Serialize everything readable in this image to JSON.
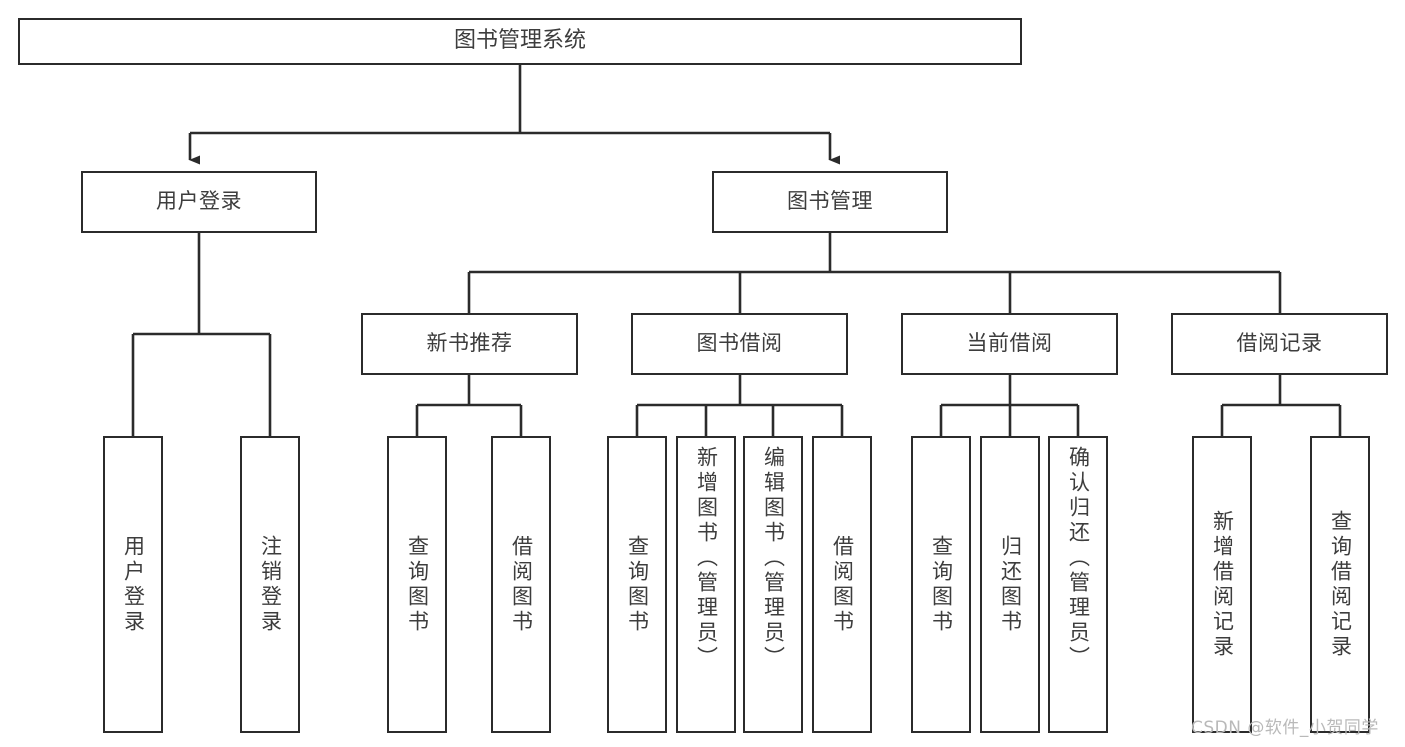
{
  "diagram": {
    "title": "图书管理系统",
    "root": {
      "label": "图书管理系统"
    },
    "level2": [
      {
        "label": "用户登录"
      },
      {
        "label": "图书管理"
      }
    ],
    "level3": [
      {
        "label": "新书推荐"
      },
      {
        "label": "图书借阅"
      },
      {
        "label": "当前借阅"
      },
      {
        "label": "借阅记录"
      }
    ],
    "leaves": {
      "user_login": [
        {
          "label": "用户登录"
        },
        {
          "label": "注销登录"
        }
      ],
      "new_book_recommend": [
        {
          "label": "查询图书"
        },
        {
          "label": "借阅图书"
        }
      ],
      "book_borrow": [
        {
          "label": "查询图书"
        },
        {
          "label": "新增图书（管理员）"
        },
        {
          "label": "编辑图书（管理员）"
        },
        {
          "label": "借阅图书"
        }
      ],
      "current_borrow": [
        {
          "label": "查询图书"
        },
        {
          "label": "归还图书"
        },
        {
          "label": "确认归还（管理员）"
        }
      ],
      "borrow_record": [
        {
          "label": "新增借阅记录"
        },
        {
          "label": "查询借阅记录"
        }
      ]
    },
    "watermark": "CSDN @软件_小贺同学",
    "colors": {
      "stroke": "#2b2b2b",
      "text": "#3d3d3d",
      "background": "#ffffff",
      "watermark": "#b9b9b9"
    }
  }
}
